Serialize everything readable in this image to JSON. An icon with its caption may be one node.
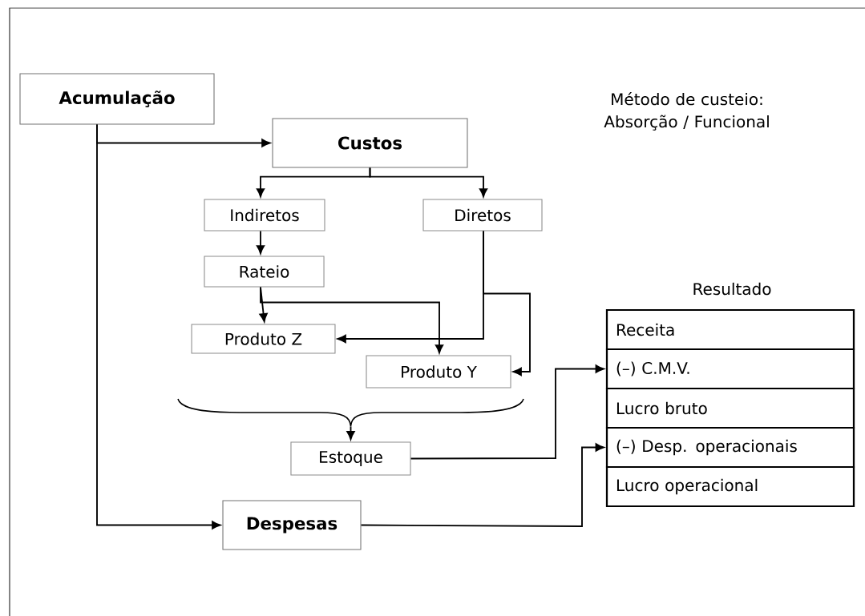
{
  "diagram": {
    "nodes": [
      {
        "text": [
          "Acumulação"
        ]
      },
      {
        "text": [
          "Custos"
        ]
      },
      {
        "text": [
          "Indiretos"
        ]
      },
      {
        "text": [
          "Diretos"
        ]
      },
      {
        "text": [
          "Rateio"
        ]
      },
      {
        "text": [
          "Produto Z"
        ]
      },
      {
        "text": [
          "Produto Y"
        ]
      },
      {
        "text": [
          "Estoque"
        ]
      },
      {
        "text": [
          "Despesas"
        ]
      },
      {
        "text": [
          "Resultado"
        ]
      },
      {
        "text": [
          "Receita"
        ],
        "in": 9
      },
      {
        "text": [
          "(–) C.M.V."
        ],
        "in": 9
      },
      {
        "text": [
          "Lucro bruto"
        ],
        "in": 9
      },
      {
        "text": [
          "(–) Desp. operacionais"
        ],
        "in": 9
      },
      {
        "text": [
          "Lucro operacional"
        ],
        "in": 9
      },
      {
        "text": [],
        "shape": "brace"
      }
    ],
    "edges": [
      {
        "from": 0,
        "to": 1,
        "arrow": "to"
      },
      {
        "from": 0,
        "to": 8,
        "arrow": "to"
      },
      {
        "from": 1,
        "to": 2,
        "arrow": "to"
      },
      {
        "from": 1,
        "to": 3,
        "arrow": "to"
      },
      {
        "from": 2,
        "to": 4,
        "arrow": "to"
      },
      {
        "from": 4,
        "to": 5,
        "arrow": "to"
      },
      {
        "from": 4,
        "to": 6,
        "arrow": "to"
      },
      {
        "from": 3,
        "to": 5,
        "arrow": "to"
      },
      {
        "from": 3,
        "to": 6,
        "arrow": "to"
      },
      {
        "from": 15,
        "to": 7,
        "arrow": "to"
      },
      {
        "from": 7,
        "to": 11,
        "arrow": "to"
      },
      {
        "from": 8,
        "to": 13,
        "arrow": "to"
      }
    ],
    "labels": [
      "Método de custeio: Absorção / Funcional"
    ]
  }
}
